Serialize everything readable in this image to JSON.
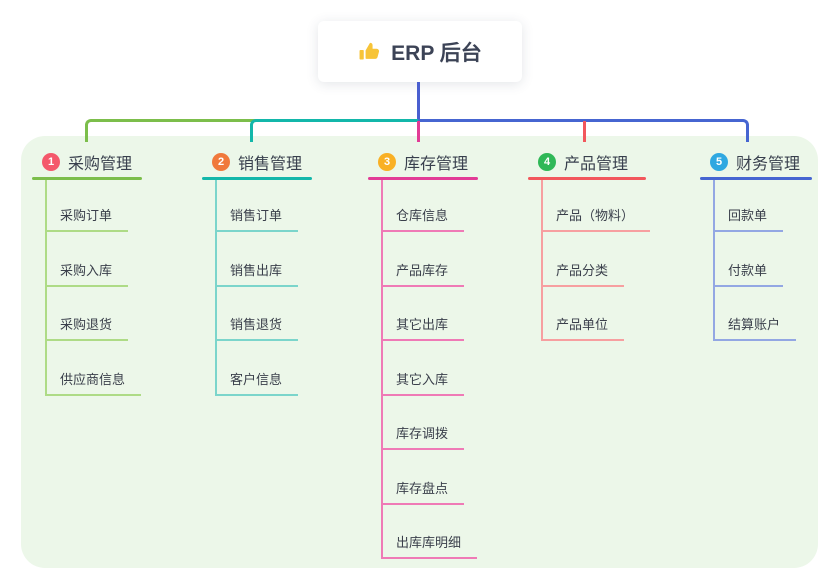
{
  "root": {
    "title": "ERP 后台",
    "icon": "thumbs-up-icon"
  },
  "colors": {
    "panel_bg": "#ecf7e9",
    "root_stem": "#4a5fd0",
    "icon_gold": "#f7c438"
  },
  "branches": [
    {
      "index": "1",
      "title": "采购管理",
      "badge_color": "#f4586b",
      "line_color": "#7cbe4b",
      "child_line_color": "#aedb86",
      "children": [
        "采购订单",
        "采购入库",
        "采购退货",
        "供应商信息"
      ]
    },
    {
      "index": "2",
      "title": "销售管理",
      "badge_color": "#f0793c",
      "line_color": "#13b7aa",
      "child_line_color": "#7bd5cb",
      "children": [
        "销售订单",
        "销售出库",
        "销售退货",
        "客户信息"
      ]
    },
    {
      "index": "3",
      "title": "库存管理",
      "badge_color": "#f9b024",
      "line_color": "#e23c96",
      "child_line_color": "#ef7ab6",
      "children": [
        "仓库信息",
        "产品库存",
        "其它出库",
        "其它入库",
        "库存调拨",
        "库存盘点",
        "出库库明细"
      ]
    },
    {
      "index": "4",
      "title": "产品管理",
      "badge_color": "#2fb857",
      "line_color": "#f2575c",
      "child_line_color": "#f79fa0",
      "children": [
        "产品（物料）",
        "产品分类",
        "产品单位"
      ]
    },
    {
      "index": "5",
      "title": "财务管理",
      "badge_color": "#2fa8e1",
      "line_color": "#4665d1",
      "child_line_color": "#93a7e3",
      "children": [
        "回款单",
        "付款单",
        "结算账户"
      ]
    }
  ]
}
